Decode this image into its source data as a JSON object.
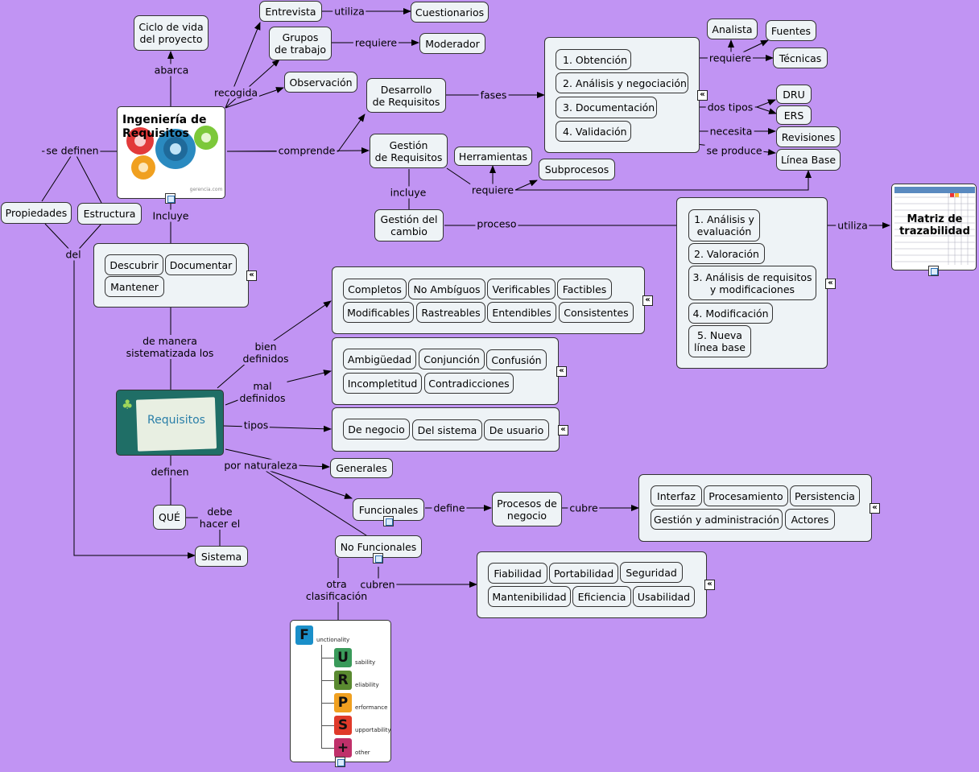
{
  "nodes": {
    "ciclo": "Ciclo de vida\ndel proyecto",
    "entrevista": "Entrevista",
    "cuestionarios": "Cuestionarios",
    "grupos": "Grupos\nde trabajo",
    "moderador": "Moderador",
    "observacion": "Observación",
    "desarrollo": "Desarrollo\nde Requisitos",
    "gestion": "Gestión\nde Requisitos",
    "herramientas": "Herramientas",
    "subprocesos": "Subprocesos",
    "cambio": "Gestión del\ncambio",
    "propiedades": "Propiedades",
    "estructura": "Estructura",
    "analista": "Analista",
    "fuentes": "Fuentes",
    "tecnicas": "Técnicas",
    "dru": "DRU",
    "ers": "ERS",
    "revisiones": "Revisiones",
    "lineabase": "Línea Base",
    "generales": "Generales",
    "funcionales": "Funcionales",
    "nofuncionales": "No Funcionales",
    "procesos": "Procesos de\nnegocio",
    "que": "QUÉ",
    "sistema": "Sistema",
    "ing_title": "Ingeniería de\nRequisitos",
    "req_title": "Requisitos",
    "matriz_title": "Matriz de\ntrazabilidad",
    "gear_caption": "gerencia.com"
  },
  "groups": {
    "desarrollo_fases": [
      "1. Obtención",
      "2. Análisis y negociación",
      "3. Documentación",
      "4. Validación"
    ],
    "incluye": [
      "Descubrir",
      "Documentar",
      "Mantener"
    ],
    "bien": [
      "Completos",
      "No Ambíguos",
      "Verificables",
      "Factibles",
      "Modificables",
      "Rastreables",
      "Entendibles",
      "Consistentes"
    ],
    "mal": [
      "Ambigüedad",
      "Conjunción",
      "Confusión",
      "Incompletitud",
      "Contradicciones"
    ],
    "tipos": [
      "De negocio",
      "Del sistema",
      "De usuario"
    ],
    "proceso": [
      "1. Análisis y\nevaluación",
      "2. Valoración",
      "3. Análisis de requisitos\ny modificaciones",
      "4. Modificación",
      "5. Nueva\nlínea base"
    ],
    "cubre": [
      "Interfaz",
      "Procesamiento",
      "Persistencia",
      "Gestión y administración",
      "Actores"
    ],
    "nofunc": [
      "Fiabilidad",
      "Portabilidad",
      "Seguridad",
      "Mantenibilidad",
      "Eficiencia",
      "Usabilidad"
    ]
  },
  "links": {
    "utiliza1": "utiliza",
    "requiere1": "requiere",
    "recogida": "recogida",
    "abarca": "abarca",
    "fases": "fases",
    "comprende": "comprende",
    "requiere2": "requiere",
    "incluye": "incluye",
    "proceso": "proceso",
    "utiliza2": "utiliza",
    "requiere3": "requiere",
    "dos_tipos": "dos tipos",
    "necesita": "necesita",
    "se_produce": "se produce",
    "se_definen": "se definen",
    "del": "del",
    "incluye2": "Incluye",
    "sistematizada": "de manera\nsistematizada los",
    "bien": "bien\ndefinidos",
    "mal": "mal\ndefinidos",
    "tipos": "tipos",
    "naturaleza": "por naturaleza",
    "definen": "definen",
    "debe": "debe\nhacer el",
    "define": "define",
    "cubre": "cubre",
    "otra": "otra\nclasificación",
    "cubren": "cubren"
  },
  "furps": {
    "letters": [
      "F",
      "U",
      "R",
      "P",
      "S",
      "+"
    ],
    "words": [
      "unctionality",
      "sability",
      "eliability",
      "erformance",
      "upportability:",
      "other"
    ],
    "colors": [
      "#1a8fc9",
      "#3a9a5a",
      "#5a8a30",
      "#f0a020",
      "#e03a2a",
      "#c0306a"
    ]
  },
  "collapse_glyph": "«"
}
